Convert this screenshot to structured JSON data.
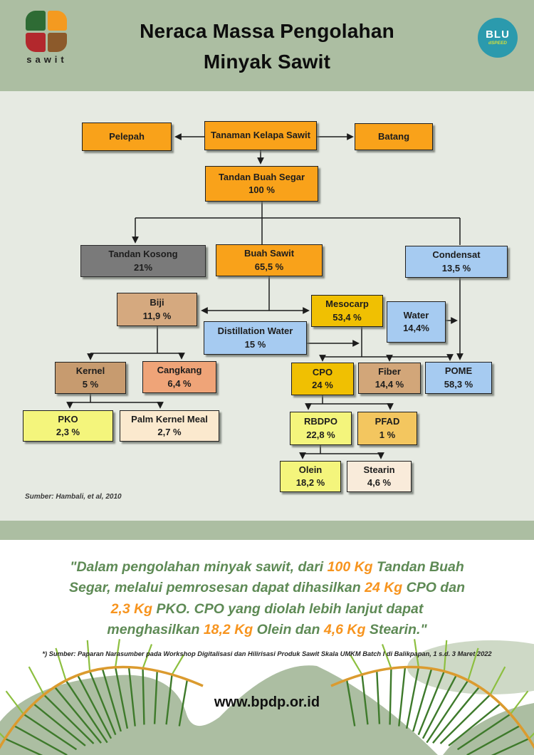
{
  "header": {
    "title_line1": "Neraca Massa Pengolahan",
    "title_line2": "Minyak Sawit",
    "brand_left": "sawit",
    "brand_right_top": "BLU",
    "brand_right_sub": "dSPEED"
  },
  "flowchart": {
    "source_note": "Sumber: Hambali, et al, 2010",
    "nodes": {
      "pelepah": {
        "label": "Pelepah",
        "value": ""
      },
      "tanaman_kelapa_sawit": {
        "label": "Tanaman Kelapa Sawit",
        "value": ""
      },
      "batang": {
        "label": "Batang",
        "value": ""
      },
      "tandan_buah_segar": {
        "label": "Tandan Buah Segar",
        "value": "100 %"
      },
      "tandan_kosong": {
        "label": "Tandan Kosong",
        "value": "21%"
      },
      "buah_sawit": {
        "label": "Buah Sawit",
        "value": "65,5 %"
      },
      "condensat": {
        "label": "Condensat",
        "value": "13,5 %"
      },
      "biji": {
        "label": "Biji",
        "value": "11,9 %"
      },
      "mesocarp": {
        "label": "Mesocarp",
        "value": "53,4 %"
      },
      "water": {
        "label": "Water",
        "value": "14,4%"
      },
      "distillation_water": {
        "label": "Distillation Water",
        "value": "15 %"
      },
      "kernel": {
        "label": "Kernel",
        "value": "5 %"
      },
      "cangkang": {
        "label": "Cangkang",
        "value": "6,4 %"
      },
      "cpo": {
        "label": "CPO",
        "value": "24 %"
      },
      "fiber": {
        "label": "Fiber",
        "value": "14,4 %"
      },
      "pome": {
        "label": "POME",
        "value": "58,3 %"
      },
      "pko": {
        "label": "PKO",
        "value": "2,3 %"
      },
      "palm_kernel_meal": {
        "label": "Palm Kernel Meal",
        "value": "2,7 %"
      },
      "rbdpo": {
        "label": "RBDPO",
        "value": "22,8 %"
      },
      "pfad": {
        "label": "PFAD",
        "value": "1 %"
      },
      "olein": {
        "label": "Olein",
        "value": "18,2 %"
      },
      "stearin": {
        "label": "Stearin",
        "value": "4,6 %"
      }
    }
  },
  "quote": {
    "segments": [
      {
        "text": "\"Dalam pengolahan minyak sawit, dari "
      },
      {
        "text": "100 Kg",
        "highlight": true
      },
      {
        "text": " Tandan Buah"
      },
      {
        "br": true
      },
      {
        "text": "Segar, melalui pemrosesan dapat dihasilkan "
      },
      {
        "text": "24 Kg",
        "highlight": true
      },
      {
        "text": " CPO dan"
      },
      {
        "br": true
      },
      {
        "text": "2,3 Kg",
        "highlight": true
      },
      {
        "text": " PKO. CPO yang diolah lebih lanjut dapat"
      },
      {
        "br": true
      },
      {
        "text": "menghasilkan "
      },
      {
        "text": "18,2 Kg",
        "highlight": true
      },
      {
        "text": " Olein dan "
      },
      {
        "text": "4,6 Kg",
        "highlight": true
      },
      {
        "text": " Stearin.\""
      }
    ]
  },
  "footnote": "*) Sumber: Paparan Narasumber pada Workshop Digitalisasi dan Hilirisasi Produk Sawit Skala UMKM Batch I di Balikpapan, 1 s.d. 3 Maret 2022",
  "footer": {
    "website": "www.bpdp.or.id"
  },
  "colors": {
    "sage": "#ACBEA2",
    "panel_gray": "#E6EAE2",
    "orange_box": "#F9A21A",
    "gray_box": "#7A7A7A",
    "blue_box": "#A6CBF1",
    "gold_box": "#F0C002",
    "tan_box": "#D5A97F",
    "kernel_tan": "#C79B6F",
    "salmon_box": "#EFA478",
    "light_yellow_box": "#F4F57C",
    "cream_box": "#FBE9CE",
    "stearin_cream": "#F9EBDA",
    "pfad_orange": "#F3C65F",
    "quote_green": "#5E8A55",
    "highlight_orange": "#F7941E",
    "blu_teal": "#2B9AAD",
    "leaf_dark_green": "#3E7A2B",
    "leaf_light_green": "#8CBF3F",
    "palm_stem": "#DB9B2F"
  }
}
